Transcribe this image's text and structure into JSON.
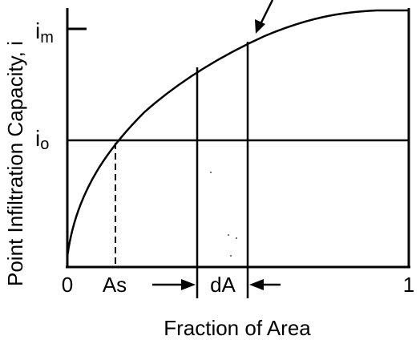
{
  "diagram": {
    "y_axis_label": "Point Infiltration Capacity, i",
    "x_axis_label": "Fraction of Area",
    "tick_labels": {
      "x_zero": "0",
      "x_as": "As",
      "x_da": "dA",
      "x_one": "1",
      "y_im_base": "i",
      "y_im_sub": "m",
      "y_io_base": "i",
      "y_io_sub": "o"
    },
    "colors": {
      "ink": "#000000",
      "background": "#ffffff"
    }
  }
}
